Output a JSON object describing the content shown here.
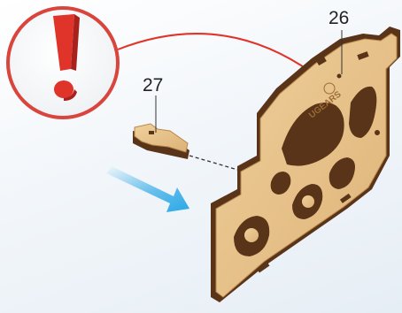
{
  "parts": {
    "panel_number": "26",
    "peg_number": "27"
  },
  "colors": {
    "warning_red": "#e0342a",
    "arrow_blue": "#2aa8e6",
    "wood_face": "#e9c58e",
    "wood_edge": "#5a3418",
    "callout_ring": "#d9453c"
  },
  "icons": {
    "warning": "exclamation-mark-icon",
    "direction": "blue-arrow-icon"
  },
  "engraving": "UGEARS"
}
